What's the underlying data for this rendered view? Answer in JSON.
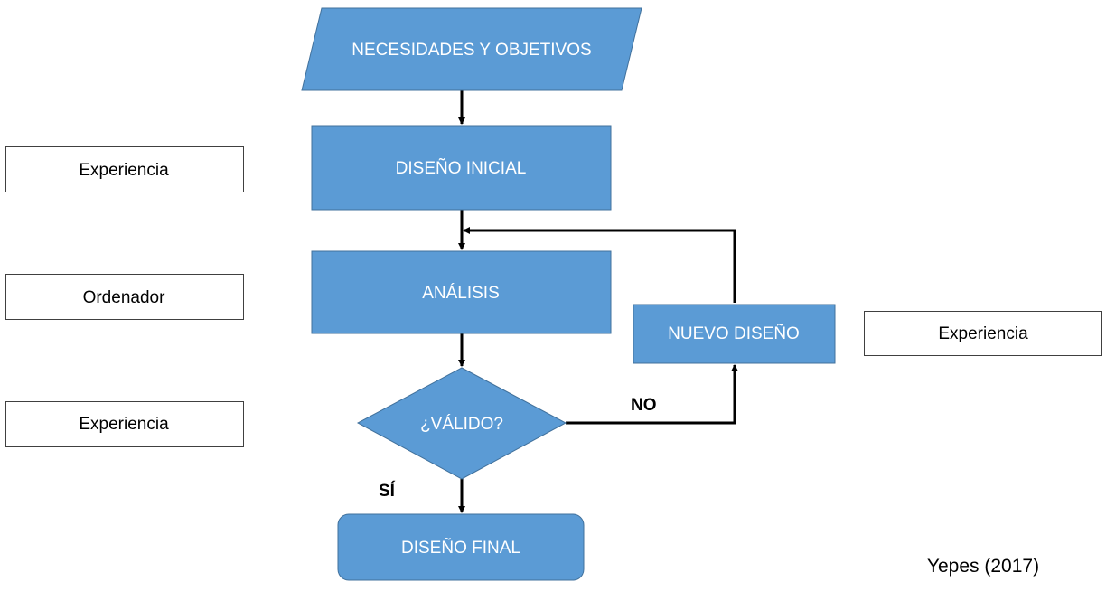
{
  "nodes": {
    "necesidades": "NECESIDADES Y OBJETIVOS",
    "diseno_inicial": "DISEÑO INICIAL",
    "analisis": "ANÁLISIS",
    "valido": "¿VÁLIDO?",
    "nuevo_diseno": "NUEVO DISEÑO",
    "diseno_final": "DISEÑO FINAL"
  },
  "side_labels": {
    "left_1": "Experiencia",
    "left_2": "Ordenador",
    "left_3": "Experiencia",
    "right_1": "Experiencia"
  },
  "edge_labels": {
    "no": "NO",
    "si": "SÍ"
  },
  "caption": "Yepes (2017)",
  "colors": {
    "node_fill": "#5b9bd5",
    "node_border": "#41719c",
    "connector": "#000000"
  }
}
